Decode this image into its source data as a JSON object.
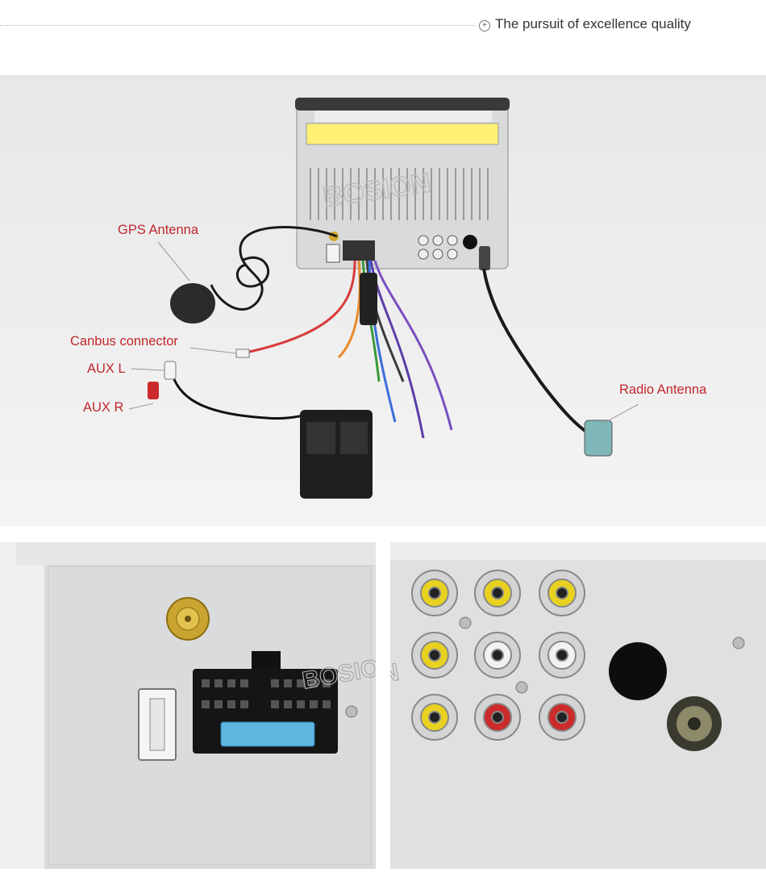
{
  "header": {
    "tagline": "The pursuit of excellence quality"
  },
  "labels": {
    "gps_antenna": "GPS Antenna",
    "canbus_connector": "Canbus connector",
    "aux_l": "AUX L",
    "aux_r": "AUX R",
    "radio_antenna": "Radio Antenna"
  },
  "watermark": "BOSION",
  "colors": {
    "label_red": "#c1272d",
    "fuse_blue": "#5fb6e0",
    "rca_yellow": "#e8d21f",
    "rca_red": "#cc2b2b",
    "rca_white": "#f2f2f2"
  }
}
